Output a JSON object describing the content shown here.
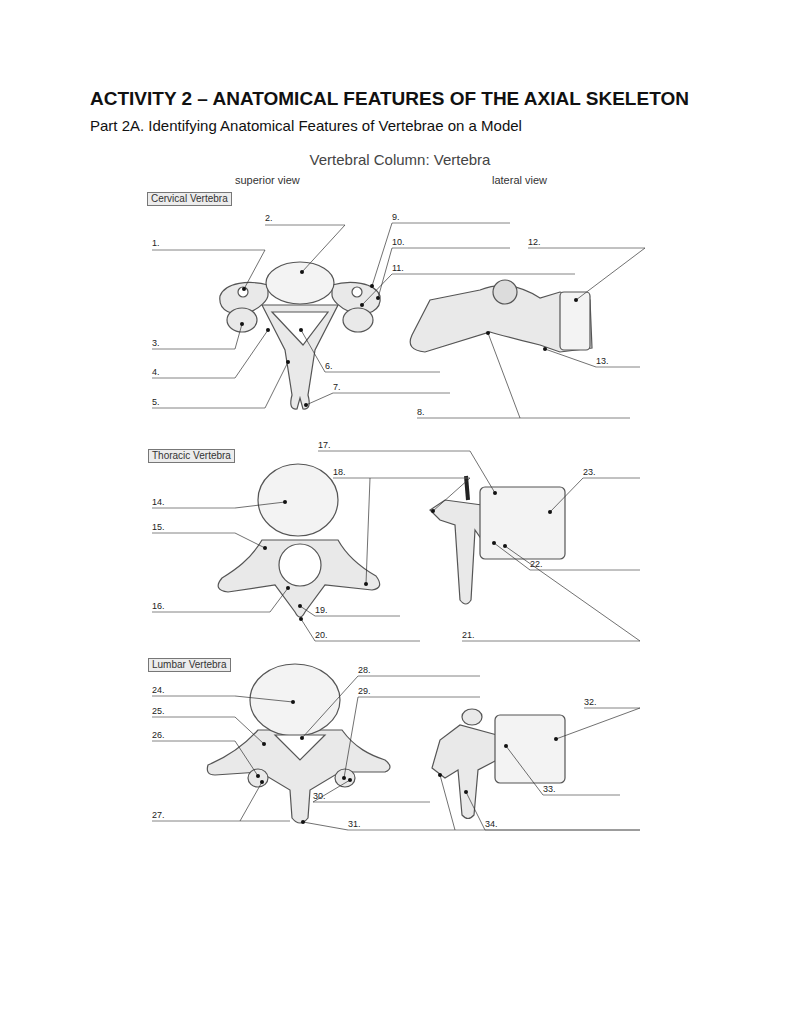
{
  "diagram": {
    "title": "ACTIVITY 2 – ANATOMICAL FEATURES OF THE AXIAL SKELETON",
    "nodes": [
      {
        "text": [
          "Cervical Vertebra"
        ]
      },
      {
        "text": [
          "Thoracic Vertebra"
        ]
      },
      {
        "text": [
          "Lumbar Vertebra"
        ]
      }
    ],
    "labels": [
      "Part 2A. Identifying Anatomical Features of Vertebrae on a Model",
      "Vertebral Column: Vertebra",
      "superior view",
      "lateral view",
      "1.",
      "2.",
      "3.",
      "4.",
      "5.",
      "6.",
      "7.",
      "8.",
      "9.",
      "10.",
      "11.",
      "12.",
      "13.",
      "14.",
      "15.",
      "16.",
      "17.",
      "18.",
      "19.",
      "20.",
      "21.",
      "22.",
      "23.",
      "24.",
      "25.",
      "26.",
      "27.",
      "28.",
      "29.",
      "30.",
      "31.",
      "32.",
      "33.",
      "34."
    ]
  }
}
